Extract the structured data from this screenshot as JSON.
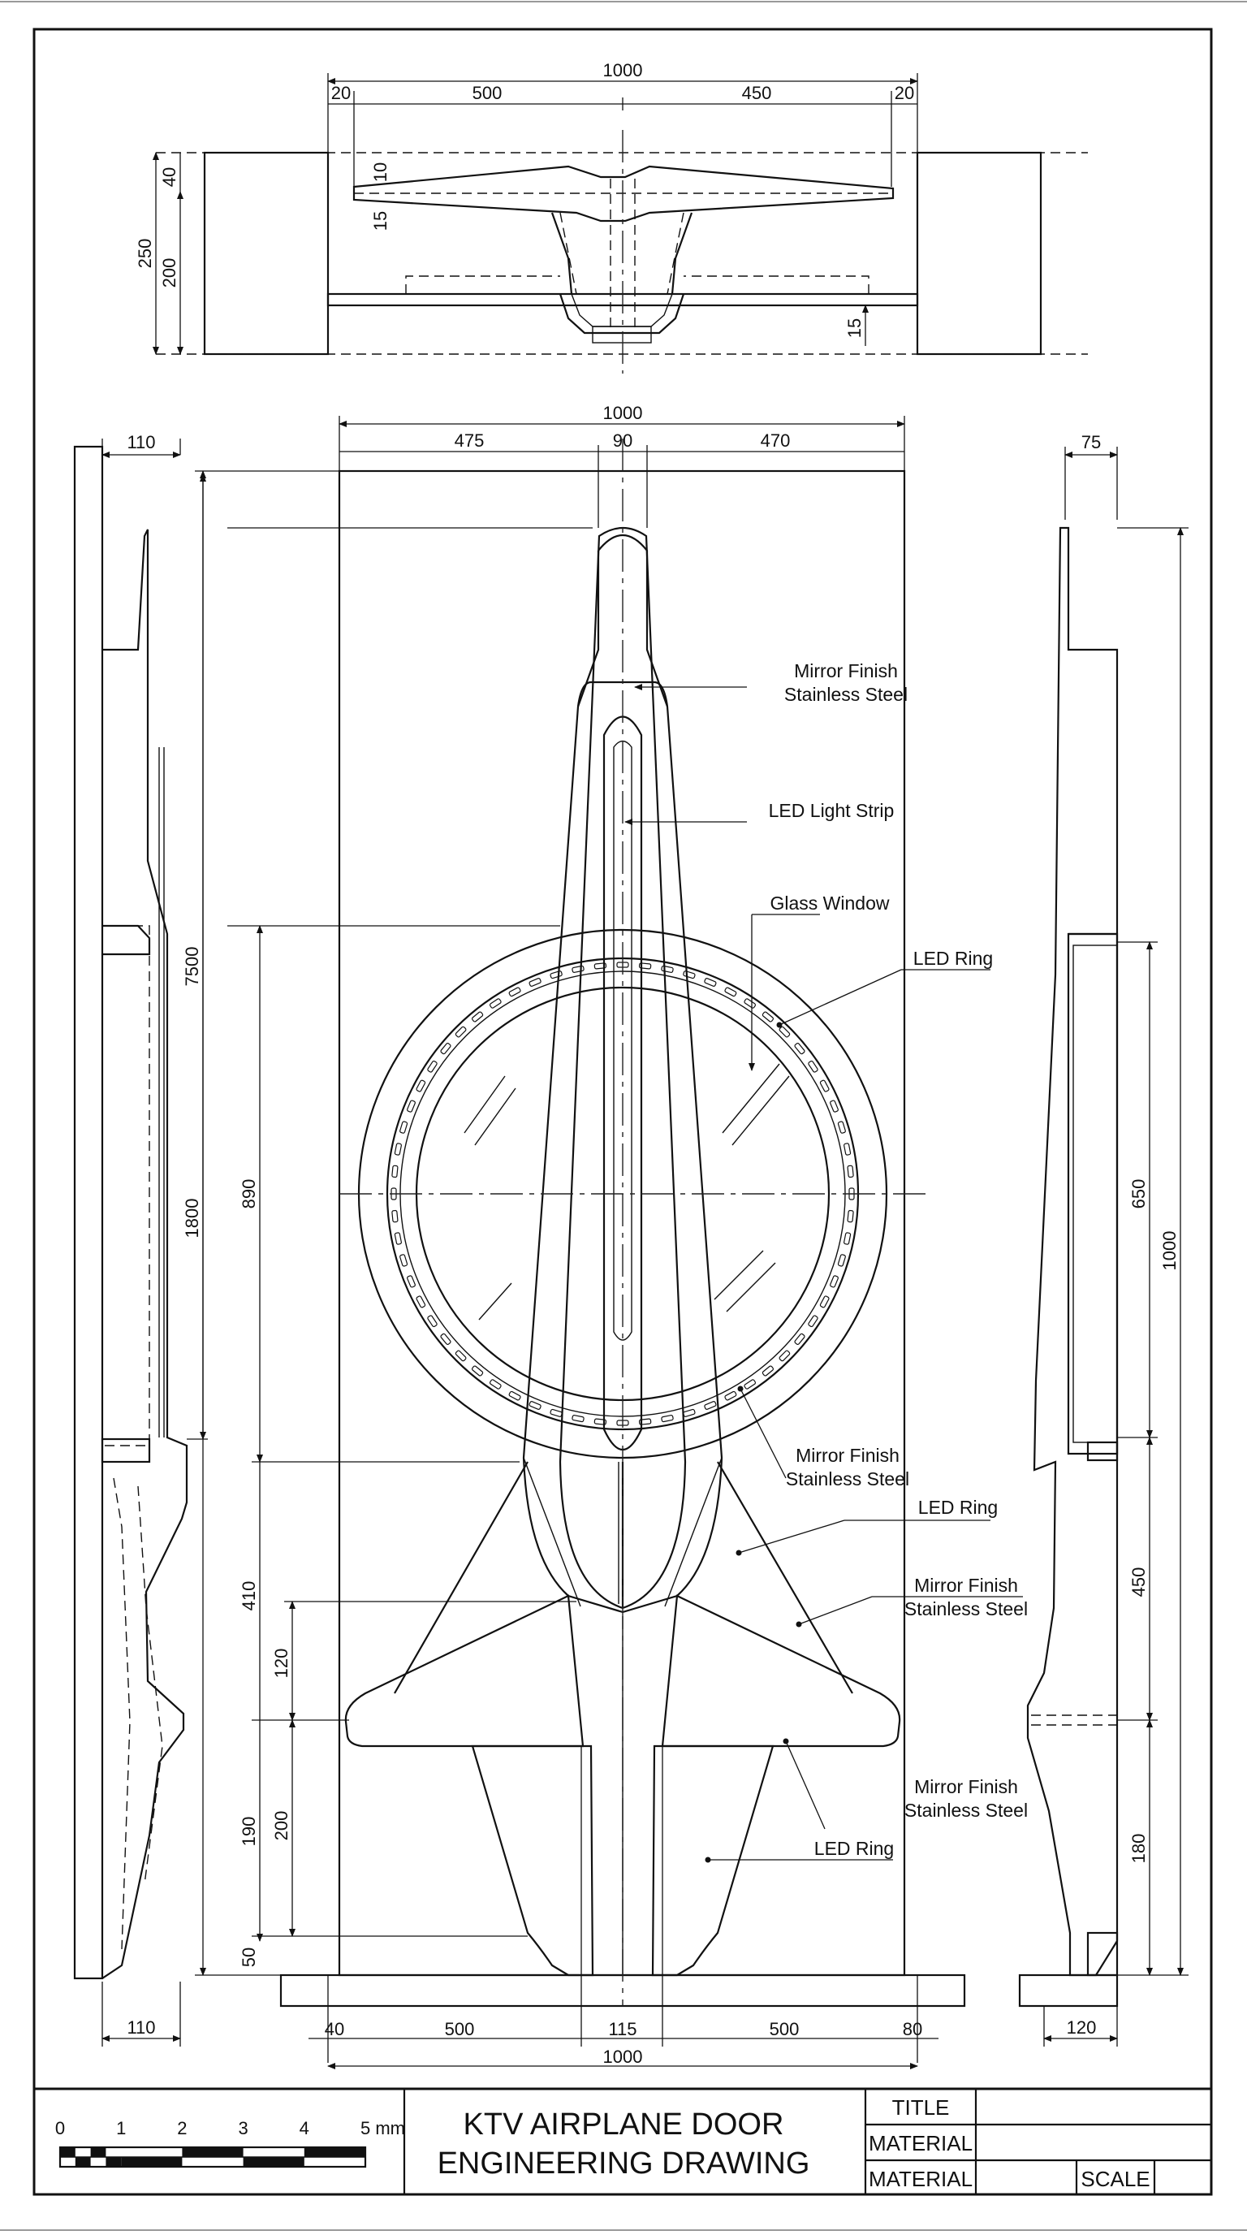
{
  "title_block": {
    "title_line1": "KTV AIRPLANE DOOR",
    "title_line2": "ENGINEERING DRAWING",
    "field_title": "TITLE",
    "field_material_1": "MATERIAL",
    "field_material_2": "MATERIAL",
    "field_scale": "SCALE",
    "scale_bar": {
      "ticks": [
        "0",
        "1",
        "2",
        "3",
        "4",
        "5 mm"
      ]
    }
  },
  "top_view": {
    "dims": {
      "overall": "1000",
      "left_edge": "20",
      "left": "500",
      "right": "450",
      "right_edge": "20",
      "height_total": "250",
      "height_body": "200",
      "top_offset": "40",
      "wing_thickness": "10",
      "wing_gap": "15",
      "recess": "15"
    }
  },
  "front_view": {
    "dims": {
      "top_overall": "1000",
      "top_left": "475",
      "top_center": "90",
      "top_right": "470",
      "height_total": "1800",
      "window_height": "890",
      "lower_height": "410",
      "wing_offset": "120",
      "tail_offset": "200",
      "tail_height": "190",
      "base": "50",
      "bottom_left_edge": "40",
      "bottom_left": "500",
      "bottom_center": "115",
      "bottom_right": "500",
      "bottom_right_edge": "80",
      "bottom_overall": "1000"
    },
    "callouts": {
      "nose": "Mirror Finish\nStainless Steel",
      "led_strip": "LED Light Strip",
      "glass": "Glass Window",
      "led_ring_1": "LED Ring",
      "ring_steel": "Mirror Finish\nStainless Steel",
      "led_ring_2": "LED Ring",
      "wing_steel": "Mirror Finish\nStainless Steel",
      "tail_steel": "Mirror Finish\nStainless Steel",
      "led_ring_3": "LED Ring"
    }
  },
  "left_view": {
    "dims": {
      "top_width": "110",
      "height": "7500",
      "bottom_width": "110"
    }
  },
  "right_view": {
    "dims": {
      "top_width": "75",
      "total": "1000",
      "upper": "650",
      "middle": "450",
      "lower": "180",
      "bottom_width": "120"
    }
  }
}
